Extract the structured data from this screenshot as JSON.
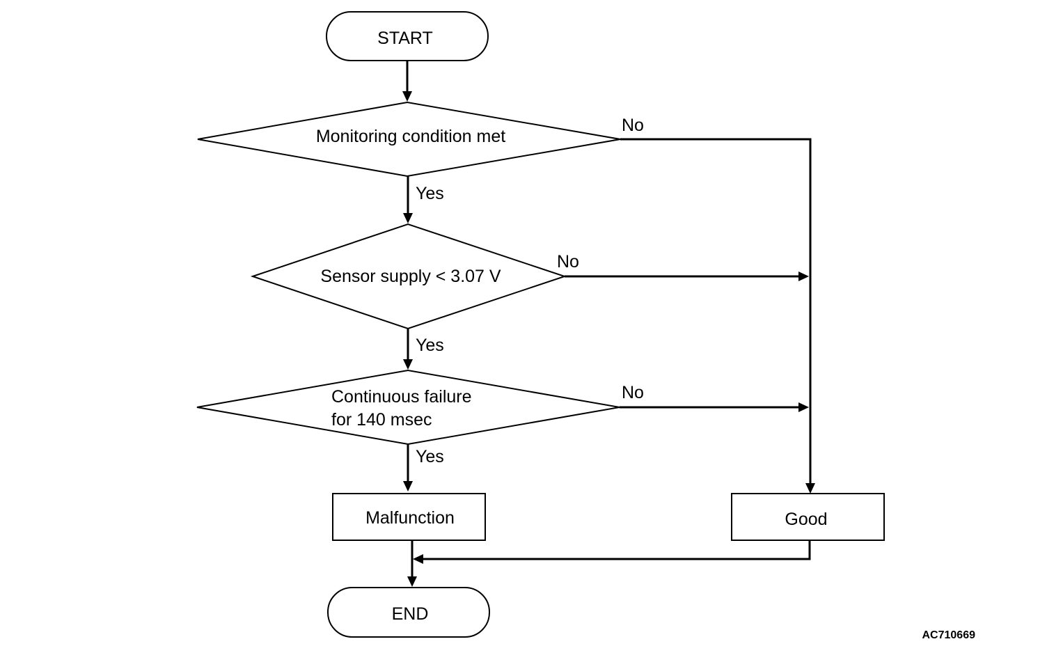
{
  "flowchart": {
    "start": "START",
    "decision1": "Monitoring condition met",
    "decision2": "Sensor supply < 3.07 V",
    "decision3": {
      "line1": "Continuous failure",
      "line2": "for 140 msec"
    },
    "malfunction": "Malfunction",
    "good": "Good",
    "end": "END",
    "yes_label": "Yes",
    "no_label": "No"
  },
  "figure_code": "AC710669"
}
